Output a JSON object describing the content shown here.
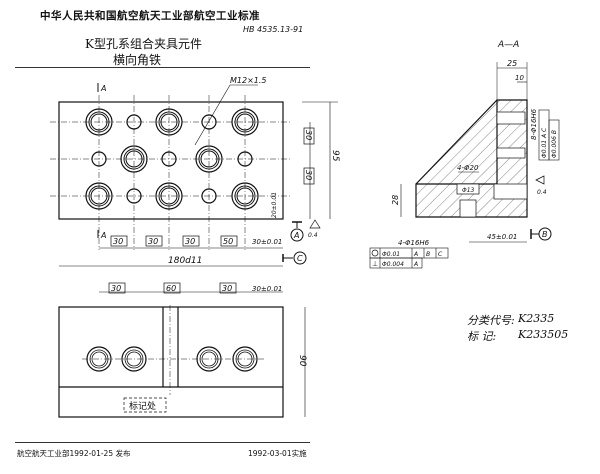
{
  "header": {
    "issuer": "中华人民共和国航空航天工业部航空工业标准",
    "standard_number": "HB 4535.13-91",
    "title_line1": "K型孔系组合夹具元件",
    "title_line2": "横向角铁"
  },
  "top_view": {
    "section_mark": "A",
    "thread_callout": "M12×1.5",
    "pitch_dims": [
      "30",
      "30",
      "30",
      "50",
      "30±0.01"
    ],
    "overall_length": "180d11",
    "vertical_dims": [
      "30",
      "30",
      "20±0.01"
    ],
    "overall_height": "95",
    "datum_a": "A",
    "datum_c": "C",
    "roughness": "0.4"
  },
  "front_view": {
    "pitch_dims": [
      "30",
      "60",
      "30",
      "30±0.01"
    ],
    "height": "90",
    "marking_location": "标记处"
  },
  "section_view": {
    "title": "A—A",
    "dim_25": "25",
    "dim_10": "10",
    "holes_callout": "8-Φ16H6",
    "tol_row1": [
      "Φ0.01",
      "A",
      "C"
    ],
    "tol_row2": "Φ0.006",
    "tol_row2_datum": "B",
    "cbore": "4-Φ20",
    "hole": "Φ13",
    "dim_28": "28",
    "dim_45": "45±0.01",
    "datum_b": "B",
    "roughness": "0.4",
    "base_holes_callout": "4-Φ16H6",
    "base_tol_row1": [
      "Φ0.01",
      "A",
      "B",
      "C"
    ],
    "base_tol_row2": [
      "Φ0.004",
      "A"
    ]
  },
  "marking": {
    "class_code_label": "分类代号:",
    "class_code": "K2335",
    "mark_label": "标    记:",
    "mark_code": "K233505"
  },
  "footer": {
    "issued": "航空航天工业部1992-01-25 发布",
    "effective": "1992-03-01实施"
  }
}
